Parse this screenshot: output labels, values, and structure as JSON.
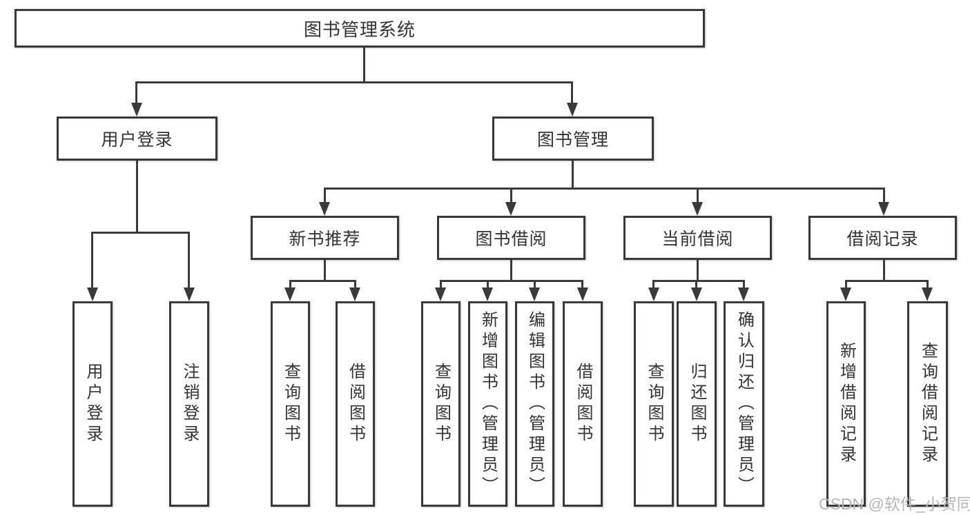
{
  "diagram": {
    "root": {
      "label": "图书管理系统"
    },
    "branches": [
      {
        "label": "用户登录",
        "children": [
          {
            "label": "用户登录"
          },
          {
            "label": "注销登录"
          }
        ]
      },
      {
        "label": "图书管理",
        "children": [
          {
            "label": "新书推荐",
            "children": [
              {
                "label": "查询图书"
              },
              {
                "label": "借阅图书"
              }
            ]
          },
          {
            "label": "图书借阅",
            "children": [
              {
                "label": "查询图书"
              },
              {
                "label": "新增图书（管理员）"
              },
              {
                "label": "编辑图书（管理员）"
              },
              {
                "label": "借阅图书"
              }
            ]
          },
          {
            "label": "当前借阅",
            "children": [
              {
                "label": "查询图书"
              },
              {
                "label": "归还图书"
              },
              {
                "label": "确认归还（管理员）"
              }
            ]
          },
          {
            "label": "借阅记录",
            "children": [
              {
                "label": "新增借阅记录"
              },
              {
                "label": "查询借阅记录"
              }
            ]
          }
        ]
      }
    ]
  },
  "watermark": {
    "text": "CSDN @软件_小贺同学"
  },
  "colors": {
    "line": "#3a3a3a",
    "box_border": "#383838",
    "text": "#333333",
    "watermark": "#b5b5b5",
    "background": "#ffffff"
  }
}
